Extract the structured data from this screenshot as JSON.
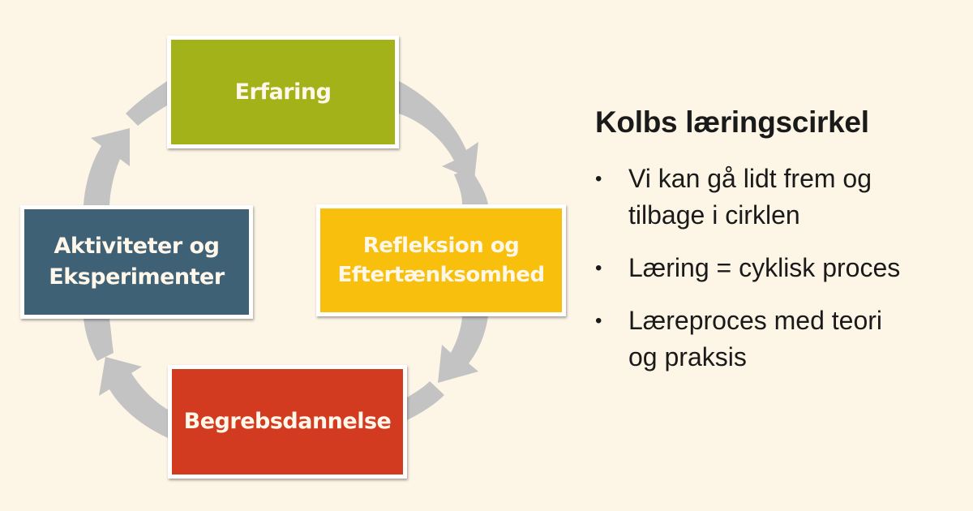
{
  "diagram": {
    "ring_color": "#c3c3c3",
    "stages": [
      {
        "id": "erfaring",
        "lines": [
          "Erfaring"
        ],
        "color": "#a4b21a"
      },
      {
        "id": "refleksion",
        "lines": [
          "Refleksion og",
          "Eftertænksomhed"
        ],
        "color": "#f8bf0c"
      },
      {
        "id": "begreb",
        "lines": [
          "Begrebsdannelse"
        ],
        "color": "#d33b20"
      },
      {
        "id": "aktiviteter",
        "lines": [
          "Aktiviteter og",
          "Eksperimenter"
        ],
        "color": "#3f6176"
      }
    ],
    "flow_direction": "clockwise"
  },
  "panel": {
    "title": "Kolbs læringscirkel",
    "bullet_glyph": "•",
    "bullets": [
      {
        "lines": [
          "Vi kan gå lidt frem og",
          "tilbage i cirklen"
        ]
      },
      {
        "lines": [
          "Læring = cyklisk proces"
        ]
      },
      {
        "lines": [
          "Læreproces med teori",
          "og praksis"
        ]
      }
    ]
  }
}
